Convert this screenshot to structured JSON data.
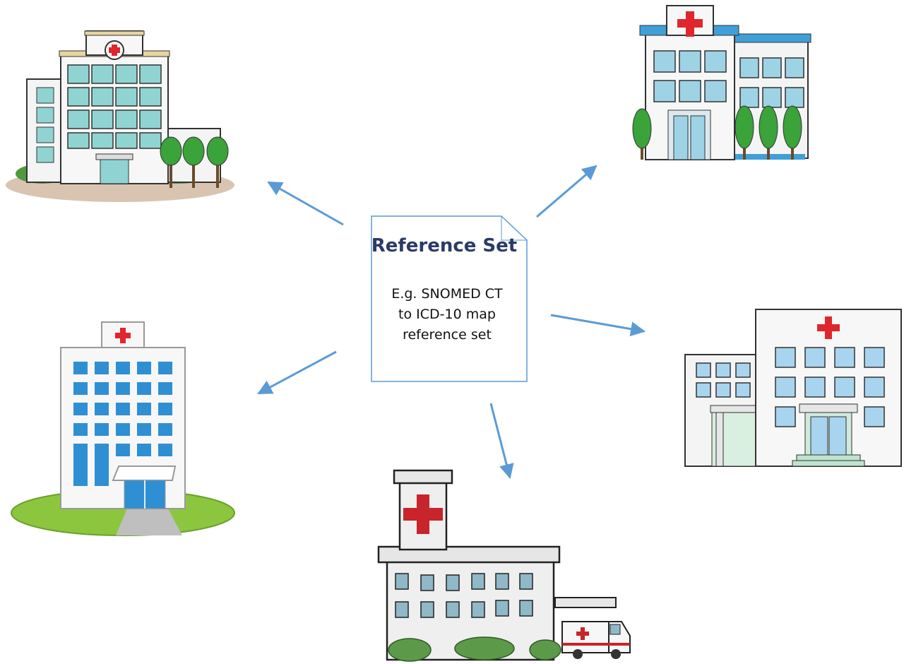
{
  "reference_set": {
    "title": "Reference Set",
    "description_lines": [
      "E.g. SNOMED CT",
      "to ICD-10 map",
      "reference set"
    ]
  },
  "colors": {
    "arrow": "#5b9bd5",
    "document_border": "#5b9bd5",
    "red_cross": "#e0262d",
    "window_blue": "#3fa0d8",
    "window_teal": "#8fd4d2",
    "tree_green": "#3aa33a",
    "lawn_green": "#8cc63f"
  },
  "hospitals": [
    {
      "id": "hospital-top-left",
      "icon": "hospital-icon"
    },
    {
      "id": "hospital-top-right",
      "icon": "hospital-icon"
    },
    {
      "id": "hospital-middle-left",
      "icon": "hospital-icon"
    },
    {
      "id": "hospital-middle-right",
      "icon": "hospital-icon"
    },
    {
      "id": "hospital-bottom",
      "icon": "hospital-icon"
    }
  ]
}
